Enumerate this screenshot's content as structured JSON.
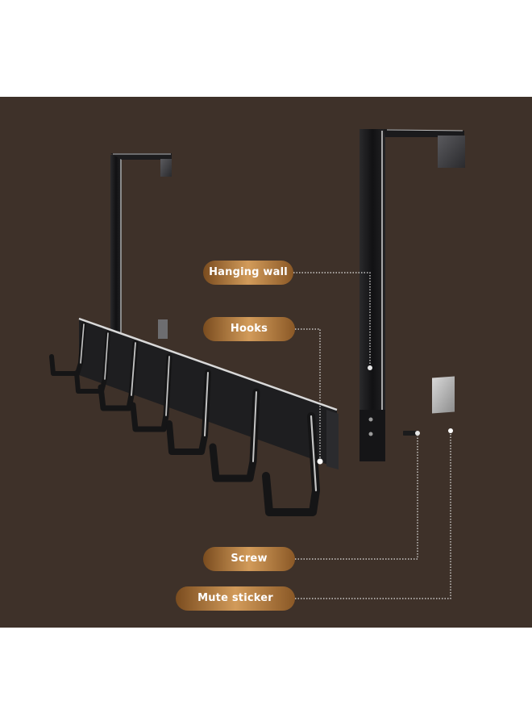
{
  "image": {
    "background_color": "#3e3129",
    "page_color": "#ffffff",
    "metal_color": "#1b1b1c",
    "highlight_color": "#c8c8c8",
    "label_gradient": [
      "#7a4c1f",
      "#d29b5a",
      "#8a5826"
    ]
  },
  "labels": {
    "hanging_wall": "Hanging wall",
    "hooks": "Hooks",
    "screw": "Screw",
    "mute_sticker": "Mute sticker"
  }
}
